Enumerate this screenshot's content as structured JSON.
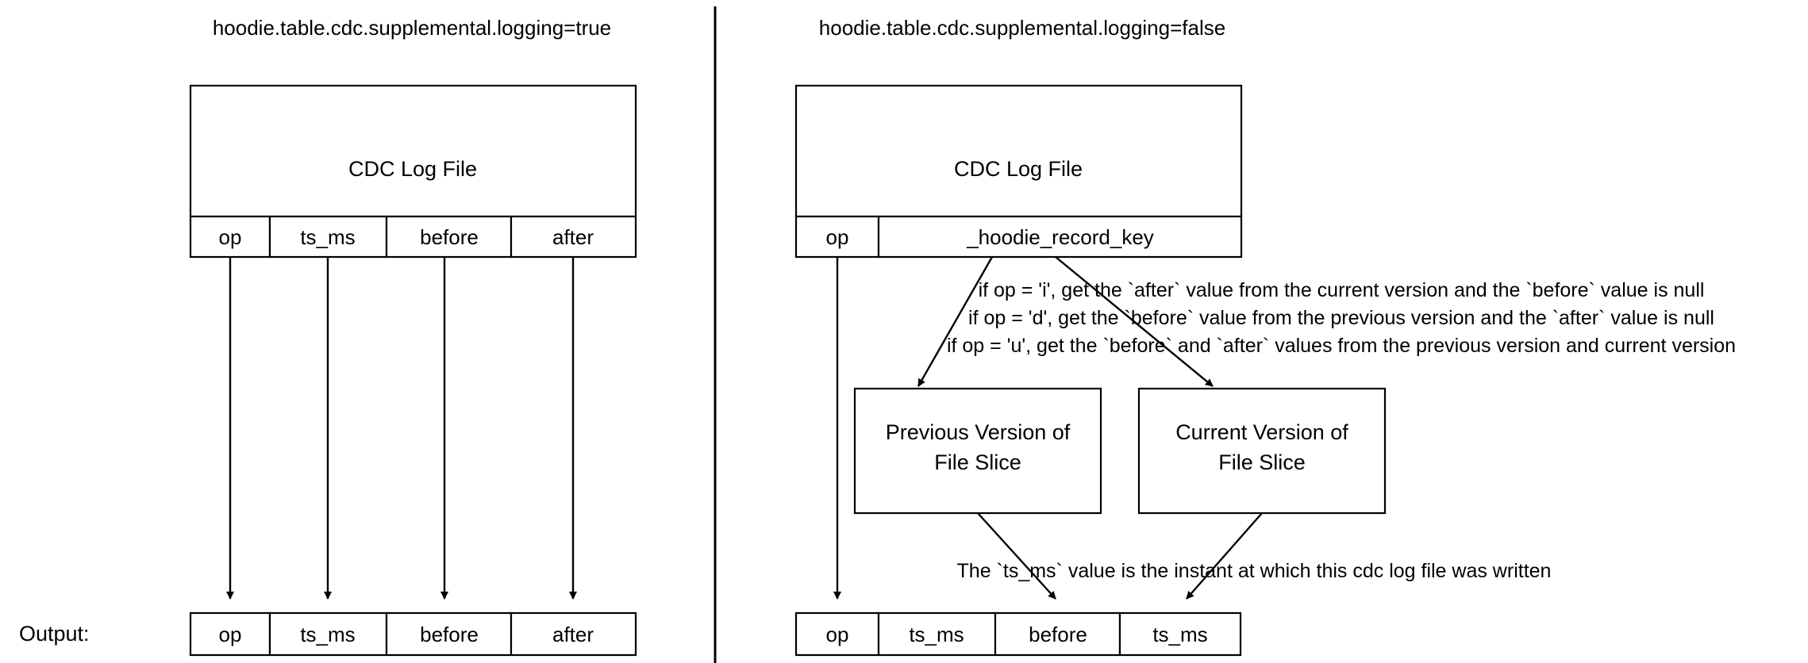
{
  "figure": {
    "background_color": "#ffffff",
    "stroke_color": "#000000",
    "text_color": "#000000"
  },
  "panels": [
    {
      "id": "supplemental-logging-true",
      "title": "hoodie.table.cdc.supplemental.logging=true",
      "cdc_log_file": {
        "label": "CDC Log File",
        "columns": [
          "op",
          "ts_ms",
          "before",
          "after"
        ]
      },
      "notes": [],
      "intermediate_boxes": [],
      "output": {
        "label": "Output:",
        "columns": [
          "op",
          "ts_ms",
          "before",
          "after"
        ]
      }
    },
    {
      "id": "supplemental-logging-false",
      "title": "hoodie.table.cdc.supplemental.logging=false",
      "cdc_log_file": {
        "label": "CDC Log File",
        "columns": [
          "op",
          "_hoodie_record_key"
        ]
      },
      "notes": [
        "if op = 'i', get the `after` value from the current version and the `before` value is null",
        "if op = 'd', get the `before` value from the previous version  and the `after` value is null",
        "if op = 'u', get the `before` and `after` values from the previous version and current version",
        "The `ts_ms` value is the instant at which this cdc log file was written"
      ],
      "intermediate_boxes": [
        {
          "id": "previous-version-file-slice",
          "line1": "Previous Version of",
          "line2": "File Slice"
        },
        {
          "id": "current-version-file-slice",
          "line1": "Current Version of",
          "line2": "File Slice"
        }
      ],
      "output": {
        "label": "",
        "columns": [
          "op",
          "ts_ms",
          "before",
          "ts_ms"
        ]
      }
    }
  ]
}
